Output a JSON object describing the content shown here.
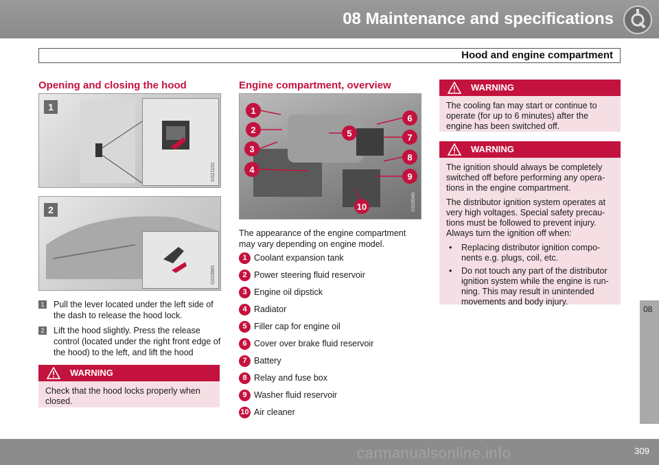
{
  "header": {
    "chapter_title": "08 Maintenance and specifications",
    "section_title": "Hood and engine compartment",
    "side_tab": "08",
    "page_number": "309",
    "watermark": "carmanualsonline.info"
  },
  "hood": {
    "heading": "Opening and closing the hood",
    "figure1": {
      "label": "1",
      "code": "G021102"
    },
    "figure2": {
      "label": "2",
      "code": "G010881"
    },
    "steps": [
      {
        "num": "1",
        "text": "Pull the lever located under the left side of the dash to release the hood lock."
      },
      {
        "num": "2",
        "text": "Lift the hood slightly. Press the release control (located under the right front edge of the hood) to the left, and lift the hood"
      }
    ],
    "warning": {
      "title": "WARNING",
      "body": "Check that the hood locks properly when closed."
    }
  },
  "engine": {
    "heading": "Engine compartment, overview",
    "figure_code": "G028945",
    "intro": "The appearance of the engine compartment may vary depending on engine model.",
    "items": [
      {
        "num": "1",
        "label": "Coolant expansion tank"
      },
      {
        "num": "2",
        "label": "Power steering fluid reservoir"
      },
      {
        "num": "3",
        "label": "Engine oil dipstick"
      },
      {
        "num": "4",
        "label": "Radiator"
      },
      {
        "num": "5",
        "label": "Filler cap for engine oil"
      },
      {
        "num": "6",
        "label": "Cover over brake fluid reservoir"
      },
      {
        "num": "7",
        "label": "Battery"
      },
      {
        "num": "8",
        "label": "Relay and fuse box"
      },
      {
        "num": "9",
        "label": "Washer fluid reservoir"
      },
      {
        "num": "10",
        "label": "Air cleaner"
      }
    ]
  },
  "warnings_right": [
    {
      "title": "WARNING",
      "paragraphs": [
        "The cooling fan may start or continue to operate (for up to 6 minutes) after the engine has been switched off."
      ]
    },
    {
      "title": "WARNING",
      "paragraphs": [
        "The ignition should always be completely switched off before performing any opera-tions in the engine compartment.",
        "The distributor ignition system operates at very high voltages. Special safety precau-tions must be followed to prevent injury. Always turn the ignition off when:"
      ],
      "bullets": [
        "Replacing distributor ignition compo-nents e.g. plugs, coil, etc.",
        "Do not touch any part of the distributor ignition system while the engine is run-ning. This may result in unintended movements and body injury."
      ]
    }
  ],
  "colors": {
    "accent": "#c3123d",
    "warning_bg": "#f5dfe4",
    "band": "#8c8c8c"
  }
}
